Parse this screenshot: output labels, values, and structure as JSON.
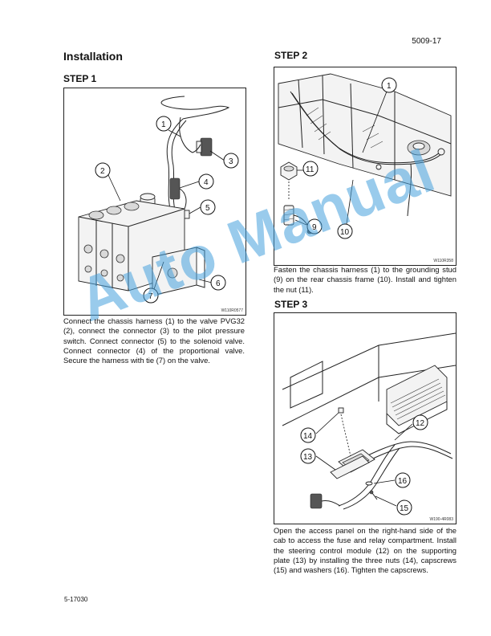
{
  "page_number": "5009-17",
  "section_title": "Installation",
  "footer_code": "5-17030",
  "watermark": "Auto Manual",
  "steps": [
    {
      "heading": "STEP 1",
      "figure_code": "W110R0577",
      "callouts": [
        "1",
        "2",
        "3",
        "4",
        "5",
        "6",
        "7"
      ],
      "text": "Connect the chassis harness (1) to the valve PVG32 (2), connect the connector (3) to the pilot pressure switch. Connect connector (5) to the solenoid valve. Connect connector (4) of the proportional valve. Secure the harness with tie (7) on the valve."
    },
    {
      "heading": "STEP 2",
      "figure_code": "W110R358",
      "callouts": [
        "1",
        "11",
        "9",
        "10"
      ],
      "text": "Fasten the chassis harness (1) to the grounding stud (9) on the rear chassis frame (10). Install and tighten the nut (11)."
    },
    {
      "heading": "STEP 3",
      "figure_code": "W190-4R083",
      "callouts": [
        "12",
        "14",
        "13",
        "16",
        "15"
      ],
      "text": "Open the access panel on the right-hand side of the cab to access the fuse and relay compartment. Install the steering control module (12) on the supporting plate (13) by installing the three nuts (14), capscrews (15) and washers (16). Tighten the capscrews."
    }
  ]
}
